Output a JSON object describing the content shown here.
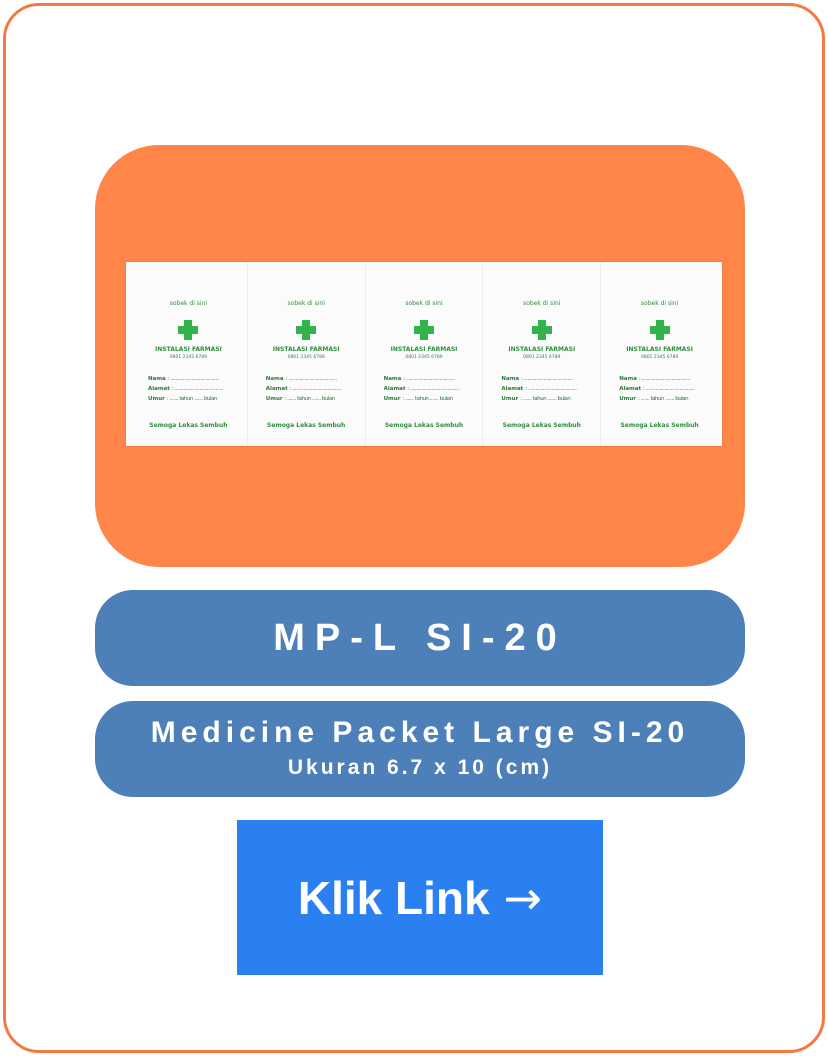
{
  "product": {
    "code": "MP-L SI-20",
    "name": "Medicine Packet Large SI-20",
    "size": "Ukuran 6.7 x 10 (cm)"
  },
  "packet": {
    "tear_label": "sobek di sini",
    "pharmacy": "INSTALASI FARMASI",
    "phone": "0801 2345 6789",
    "field_name": "Nama",
    "field_address": "Alamat",
    "field_age": "Umur",
    "age_fill": ": ....... tahun ....... bulan",
    "line_fill": ": .......................................",
    "wish": "Semoga Lekas Sembuh",
    "accent_color": "#2fb34a"
  },
  "cta": {
    "label": "Klik Link",
    "arrow": "→",
    "button_color": "#2a80f0"
  },
  "colors": {
    "border": "#f47a45",
    "panel": "#ff8549",
    "bar": "#4d80b8"
  }
}
